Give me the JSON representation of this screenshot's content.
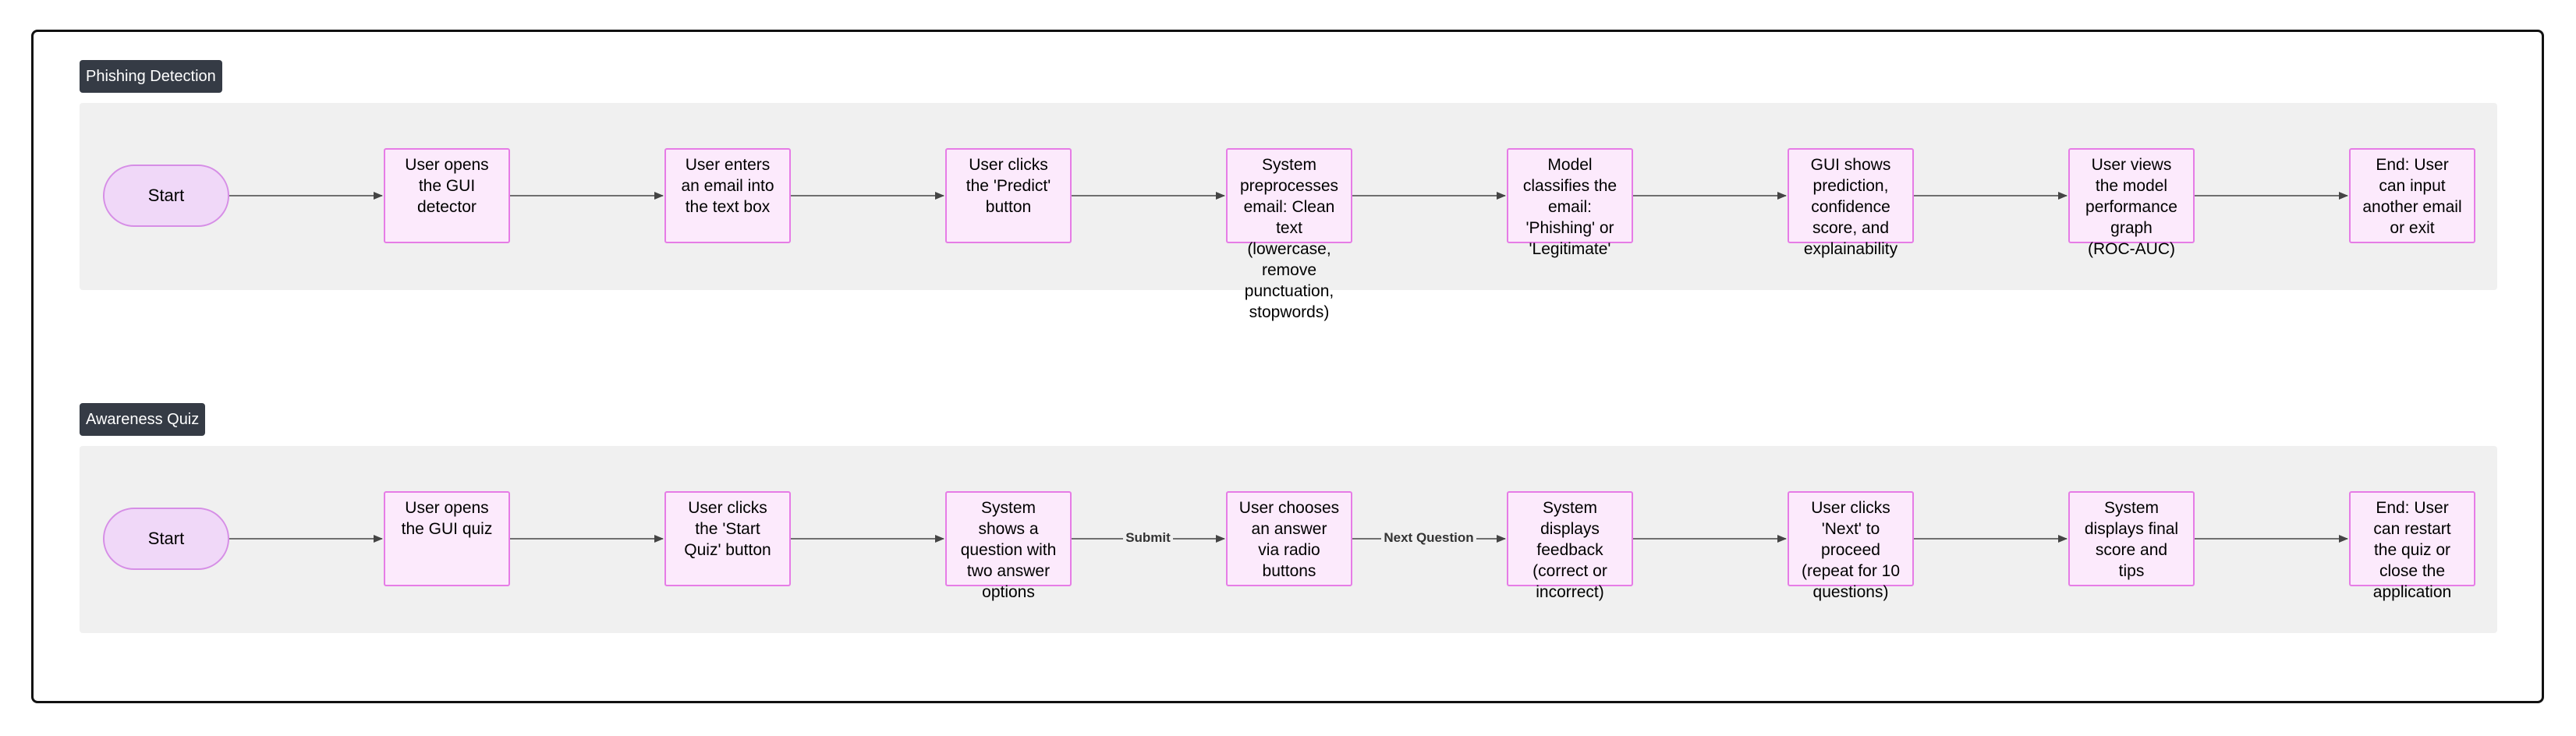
{
  "lanes": [
    {
      "title": "Phishing Detection",
      "nodes": [
        {
          "label": "Start",
          "shape": "pill"
        },
        {
          "label": "User opens\nthe GUI\ndetector"
        },
        {
          "label": "User enters\nan email into\nthe text box"
        },
        {
          "label": "User clicks\nthe 'Predict'\nbutton"
        },
        {
          "label": "System\npreprocesses\nemail: Clean\ntext\n(lowercase,\nremove\npunctuation,\nstopwords)"
        },
        {
          "label": "Model\nclassifies the\nemail:\n'Phishing' or\n'Legitimate'"
        },
        {
          "label": "GUI shows\nprediction,\nconfidence\nscore, and\nexplainability"
        },
        {
          "label": "User views\nthe model\nperformance\ngraph\n(ROC-AUC)"
        },
        {
          "label": "End: User\ncan input\nanother email\nor exit"
        }
      ],
      "edge_labels": [
        "",
        "",
        "",
        "",
        "",
        "",
        "",
        ""
      ]
    },
    {
      "title": "Awareness Quiz",
      "nodes": [
        {
          "label": "Start",
          "shape": "pill"
        },
        {
          "label": "User opens\nthe GUI quiz"
        },
        {
          "label": "User clicks\nthe 'Start\nQuiz' button"
        },
        {
          "label": "System\nshows a\nquestion with\ntwo answer\noptions"
        },
        {
          "label": "User chooses\nan answer\nvia radio\nbuttons"
        },
        {
          "label": "System\ndisplays\nfeedback\n(correct or\nincorrect)"
        },
        {
          "label": "User clicks\n'Next' to\nproceed\n(repeat for 10\nquestions)"
        },
        {
          "label": "System\ndisplays final\nscore and\ntips"
        },
        {
          "label": "End: User\ncan restart\nthe quiz or\nclose the\napplication"
        }
      ],
      "edge_labels": [
        "",
        "",
        "",
        "Submit",
        "Next Question",
        "",
        "",
        ""
      ]
    }
  ],
  "colors": {
    "node_fill": "#fceafc",
    "node_border": "#e67ce6",
    "start_fill": "#f0d8f8",
    "lane_bg": "#f0f0f0",
    "title_bg": "#353b45",
    "arrow": "#444444"
  }
}
